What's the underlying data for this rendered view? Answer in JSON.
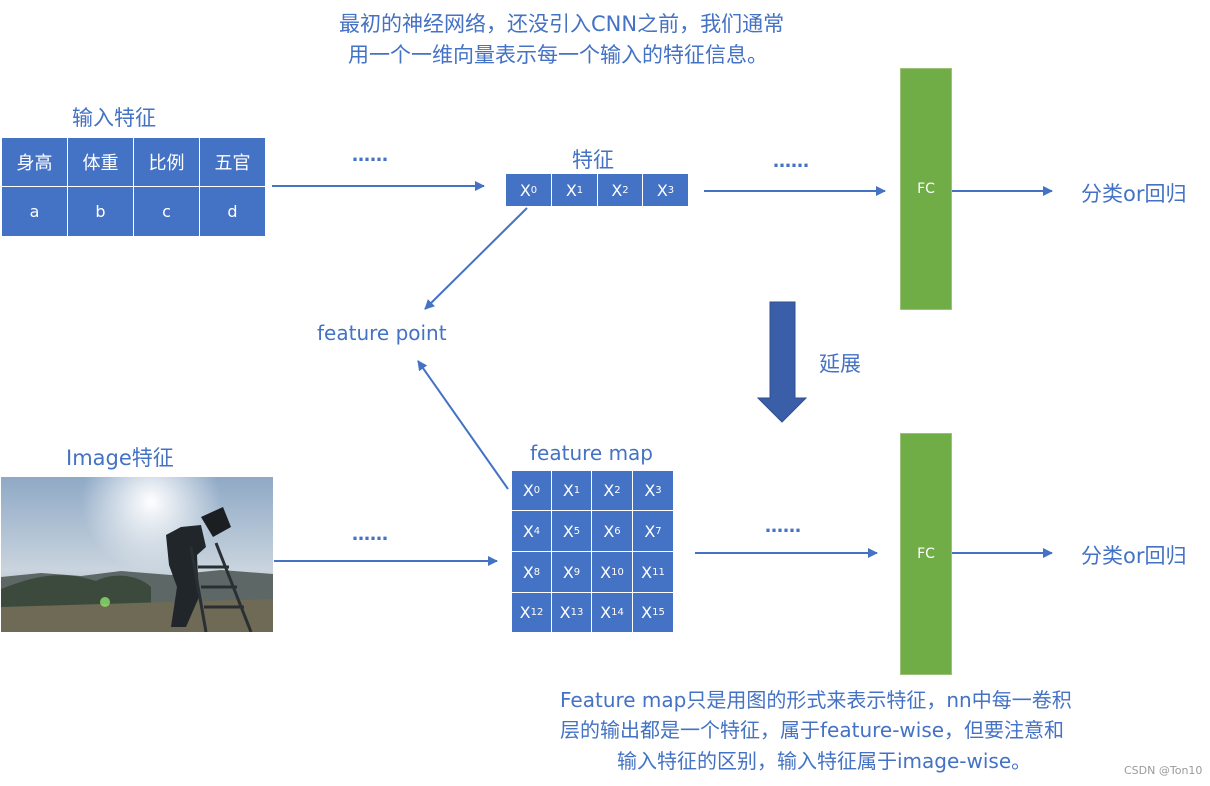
{
  "title_note": [
    "最初的神经网络，还没引入CNN之前，我们通常",
    "用一个一维向量表示每一个输入的特征信息。"
  ],
  "input_features": {
    "label": "输入特征",
    "headers": [
      "身高",
      "体重",
      "比例",
      "五官"
    ],
    "values": [
      "a",
      "b",
      "c",
      "d"
    ]
  },
  "feature_vector": {
    "label": "特征",
    "cells": [
      {
        "base": "X",
        "sub": "0"
      },
      {
        "base": "X",
        "sub": "1"
      },
      {
        "base": "X",
        "sub": "2"
      },
      {
        "base": "X",
        "sub": "3"
      }
    ]
  },
  "ellipsis": "……",
  "fc_label": "FC",
  "output_label": "分类or回归",
  "feature_point_label": "feature point",
  "extend_label": "延展",
  "image_feature_label": "Image特征",
  "feature_map": {
    "label": "feature map",
    "rows": [
      [
        {
          "base": "X",
          "sub": "0"
        },
        {
          "base": "X",
          "sub": "1"
        },
        {
          "base": "X",
          "sub": "2"
        },
        {
          "base": "X",
          "sub": "3"
        }
      ],
      [
        {
          "base": "X",
          "sub": "4"
        },
        {
          "base": "X",
          "sub": "5"
        },
        {
          "base": "X",
          "sub": "6"
        },
        {
          "base": "X",
          "sub": "7"
        }
      ],
      [
        {
          "base": "X",
          "sub": "8"
        },
        {
          "base": "X",
          "sub": "9"
        },
        {
          "base": "X",
          "sub": "10"
        },
        {
          "base": "X",
          "sub": "11"
        }
      ],
      [
        {
          "base": "X",
          "sub": "12"
        },
        {
          "base": "X",
          "sub": "13"
        },
        {
          "base": "X",
          "sub": "14"
        },
        {
          "base": "X",
          "sub": "15"
        }
      ]
    ]
  },
  "bottom_note": [
    "Feature map只是用图的形式来表示特征，nn中每一卷积",
    "层的输出都是一个特征，属于feature-wise，但要注意和",
    "输入特征的区别，输入特征属于image-wise。"
  ],
  "watermark": "CSDN @Ton10",
  "colors": {
    "blue": "#4472c4",
    "green": "#70ad47",
    "arrow": "#4472c4",
    "dark_blue_arrow": "#3a5fa8"
  }
}
